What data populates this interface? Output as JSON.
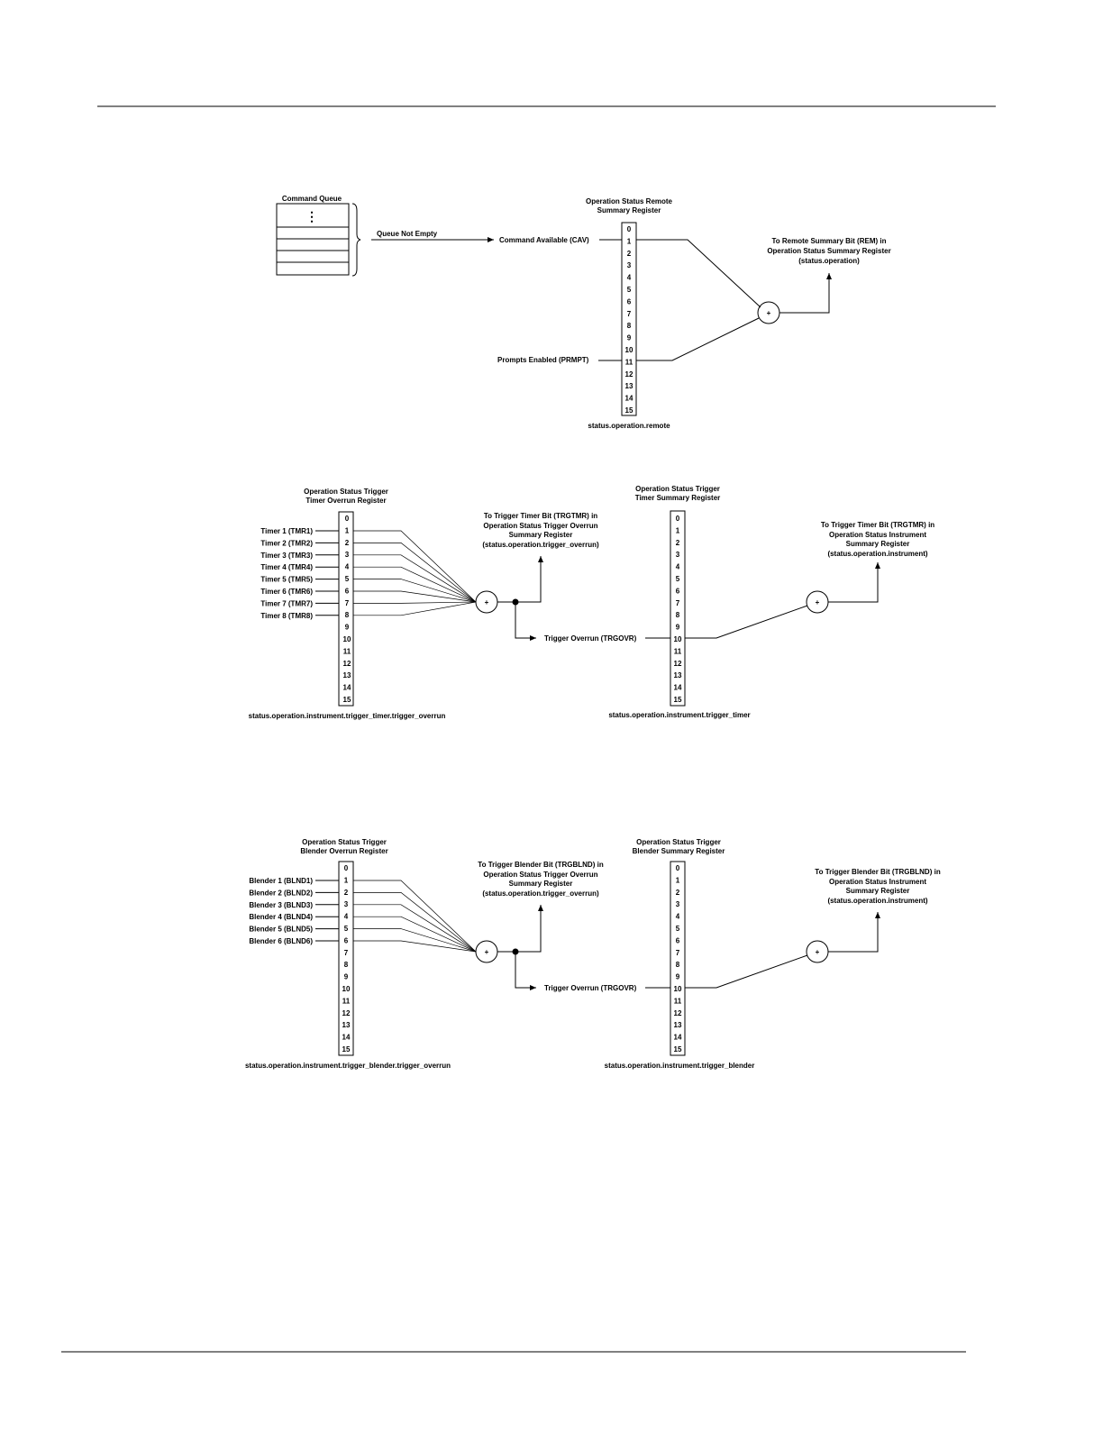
{
  "queue": {
    "title": "Command Queue",
    "dots": "⋮",
    "arrow_label": "Queue Not Empty"
  },
  "remote": {
    "title": [
      "Operation Status Remote",
      "Summary Register"
    ],
    "bits": [
      "0",
      "1",
      "2",
      "3",
      "4",
      "5",
      "6",
      "7",
      "8",
      "9",
      "10",
      "11",
      "12",
      "13",
      "14",
      "15"
    ],
    "inputs": [
      "Command Available (CAV)",
      "Prompts Enabled (PRMPT)"
    ],
    "caption": "status.operation.remote",
    "output": [
      "To Remote Summary Bit (REM) in",
      "Operation Status Summary Register",
      "(status.operation)"
    ],
    "or_symbol": "+"
  },
  "timer_overrun": {
    "title": [
      "Operation Status Trigger",
      "Timer Overrun Register"
    ],
    "bits": [
      "0",
      "1",
      "2",
      "3",
      "4",
      "5",
      "6",
      "7",
      "8",
      "9",
      "10",
      "11",
      "12",
      "13",
      "14",
      "15"
    ],
    "inputs": [
      "Timer 1 (TMR1)",
      "Timer 2 (TMR2)",
      "Timer 3 (TMR3)",
      "Timer 4 (TMR4)",
      "Timer 5 (TMR5)",
      "Timer 6 (TMR6)",
      "Timer 7 (TMR7)",
      "Timer 8 (TMR8)"
    ],
    "caption": "status.operation.instrument.trigger_timer.trigger_overrun",
    "output": [
      "To Trigger Timer Bit (TRGTMR) in",
      "Operation Status Trigger Overrun",
      "Summary Register",
      "(status.operation.trigger_overrun)"
    ],
    "or_symbol": "+"
  },
  "timer_summary": {
    "title": [
      "Operation Status Trigger",
      "Timer Summary Register"
    ],
    "bits": [
      "0",
      "1",
      "2",
      "3",
      "4",
      "5",
      "6",
      "7",
      "8",
      "9",
      "10",
      "11",
      "12",
      "13",
      "14",
      "15"
    ],
    "input": "Trigger Overrun (TRGOVR)",
    "caption": "status.operation.instrument.trigger_timer",
    "output": [
      "To Trigger Timer Bit (TRGTMR) in",
      "Operation Status Instrument",
      "Summary Register",
      "(status.operation.instrument)"
    ],
    "or_symbol": "+"
  },
  "blender_overrun": {
    "title": [
      "Operation Status Trigger",
      "Blender Overrun Register"
    ],
    "bits": [
      "0",
      "1",
      "2",
      "3",
      "4",
      "5",
      "6",
      "7",
      "8",
      "9",
      "10",
      "11",
      "12",
      "13",
      "14",
      "15"
    ],
    "inputs": [
      "Blender 1 (BLND1)",
      "Blender 2 (BLND2)",
      "Blender 3 (BLND3)",
      "Blender 4 (BLND4)",
      "Blender 5 (BLND5)",
      "Blender 6 (BLND6)"
    ],
    "caption": "status.operation.instrument.trigger_blender.trigger_overrun",
    "output": [
      "To Trigger Blender Bit (TRGBLND) in",
      "Operation Status Trigger Overrun",
      "Summary Register",
      "(status.operation.trigger_overrun)"
    ],
    "or_symbol": "+"
  },
  "blender_summary": {
    "title": [
      "Operation Status Trigger",
      "Blender Summary Register"
    ],
    "bits": [
      "0",
      "1",
      "2",
      "3",
      "4",
      "5",
      "6",
      "7",
      "8",
      "9",
      "10",
      "11",
      "12",
      "13",
      "14",
      "15"
    ],
    "input": "Trigger Overrun (TRGOVR)",
    "caption": "status.operation.instrument.trigger_blender",
    "output": [
      "To Trigger Blender Bit (TRGBLND) in",
      "Operation Status Instrument",
      "Summary Register",
      "(status.operation.instrument)"
    ],
    "or_symbol": "+"
  }
}
